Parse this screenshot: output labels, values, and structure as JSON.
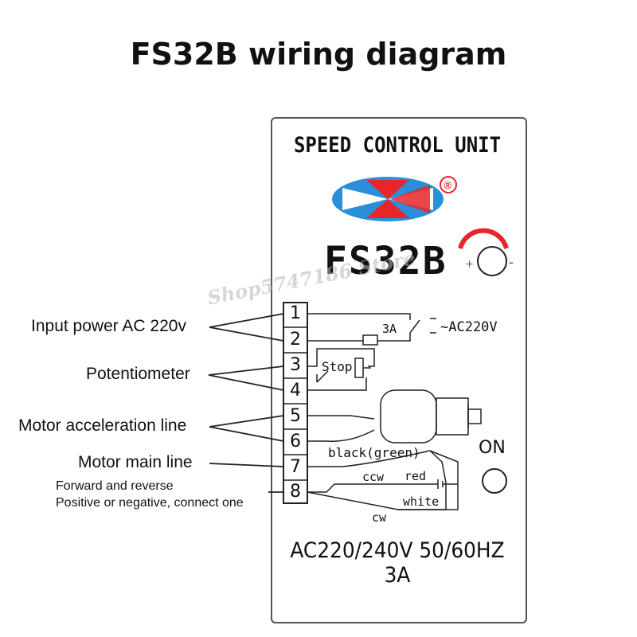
{
  "title": "FS32B wiring diagram",
  "panel": {
    "unit_title": "SPEED CONTROL UNIT",
    "registered_mark": "®",
    "model": "FS32B",
    "knob_plus": "+",
    "knob_minus": "-",
    "terminals": [
      "1",
      "2",
      "3",
      "4",
      "5",
      "6",
      "7",
      "8"
    ],
    "fuse_label": "3A",
    "ac_label": "~AC220V",
    "stop_label": "Stop",
    "wire_black": "black(green)",
    "wire_red": "red",
    "wire_white": "white",
    "ccw_label": "ccw",
    "cw_label": "cw",
    "on_label": "ON",
    "rating": "AC220/240V  50/60HZ 3A",
    "watermark": "Shop5747186 Store"
  },
  "callouts": {
    "input_power": "Input power AC 220v",
    "potentiometer": "Potentiometer",
    "motor_accel": "Motor acceleration line",
    "motor_main": "Motor main line",
    "fwd_rev_1": "Forward and reverse",
    "fwd_rev_2": "Positive or negative, connect one"
  },
  "colors": {
    "logo_blue": "#2a8fd8",
    "logo_red": "#e8262a",
    "line": "#222222"
  }
}
